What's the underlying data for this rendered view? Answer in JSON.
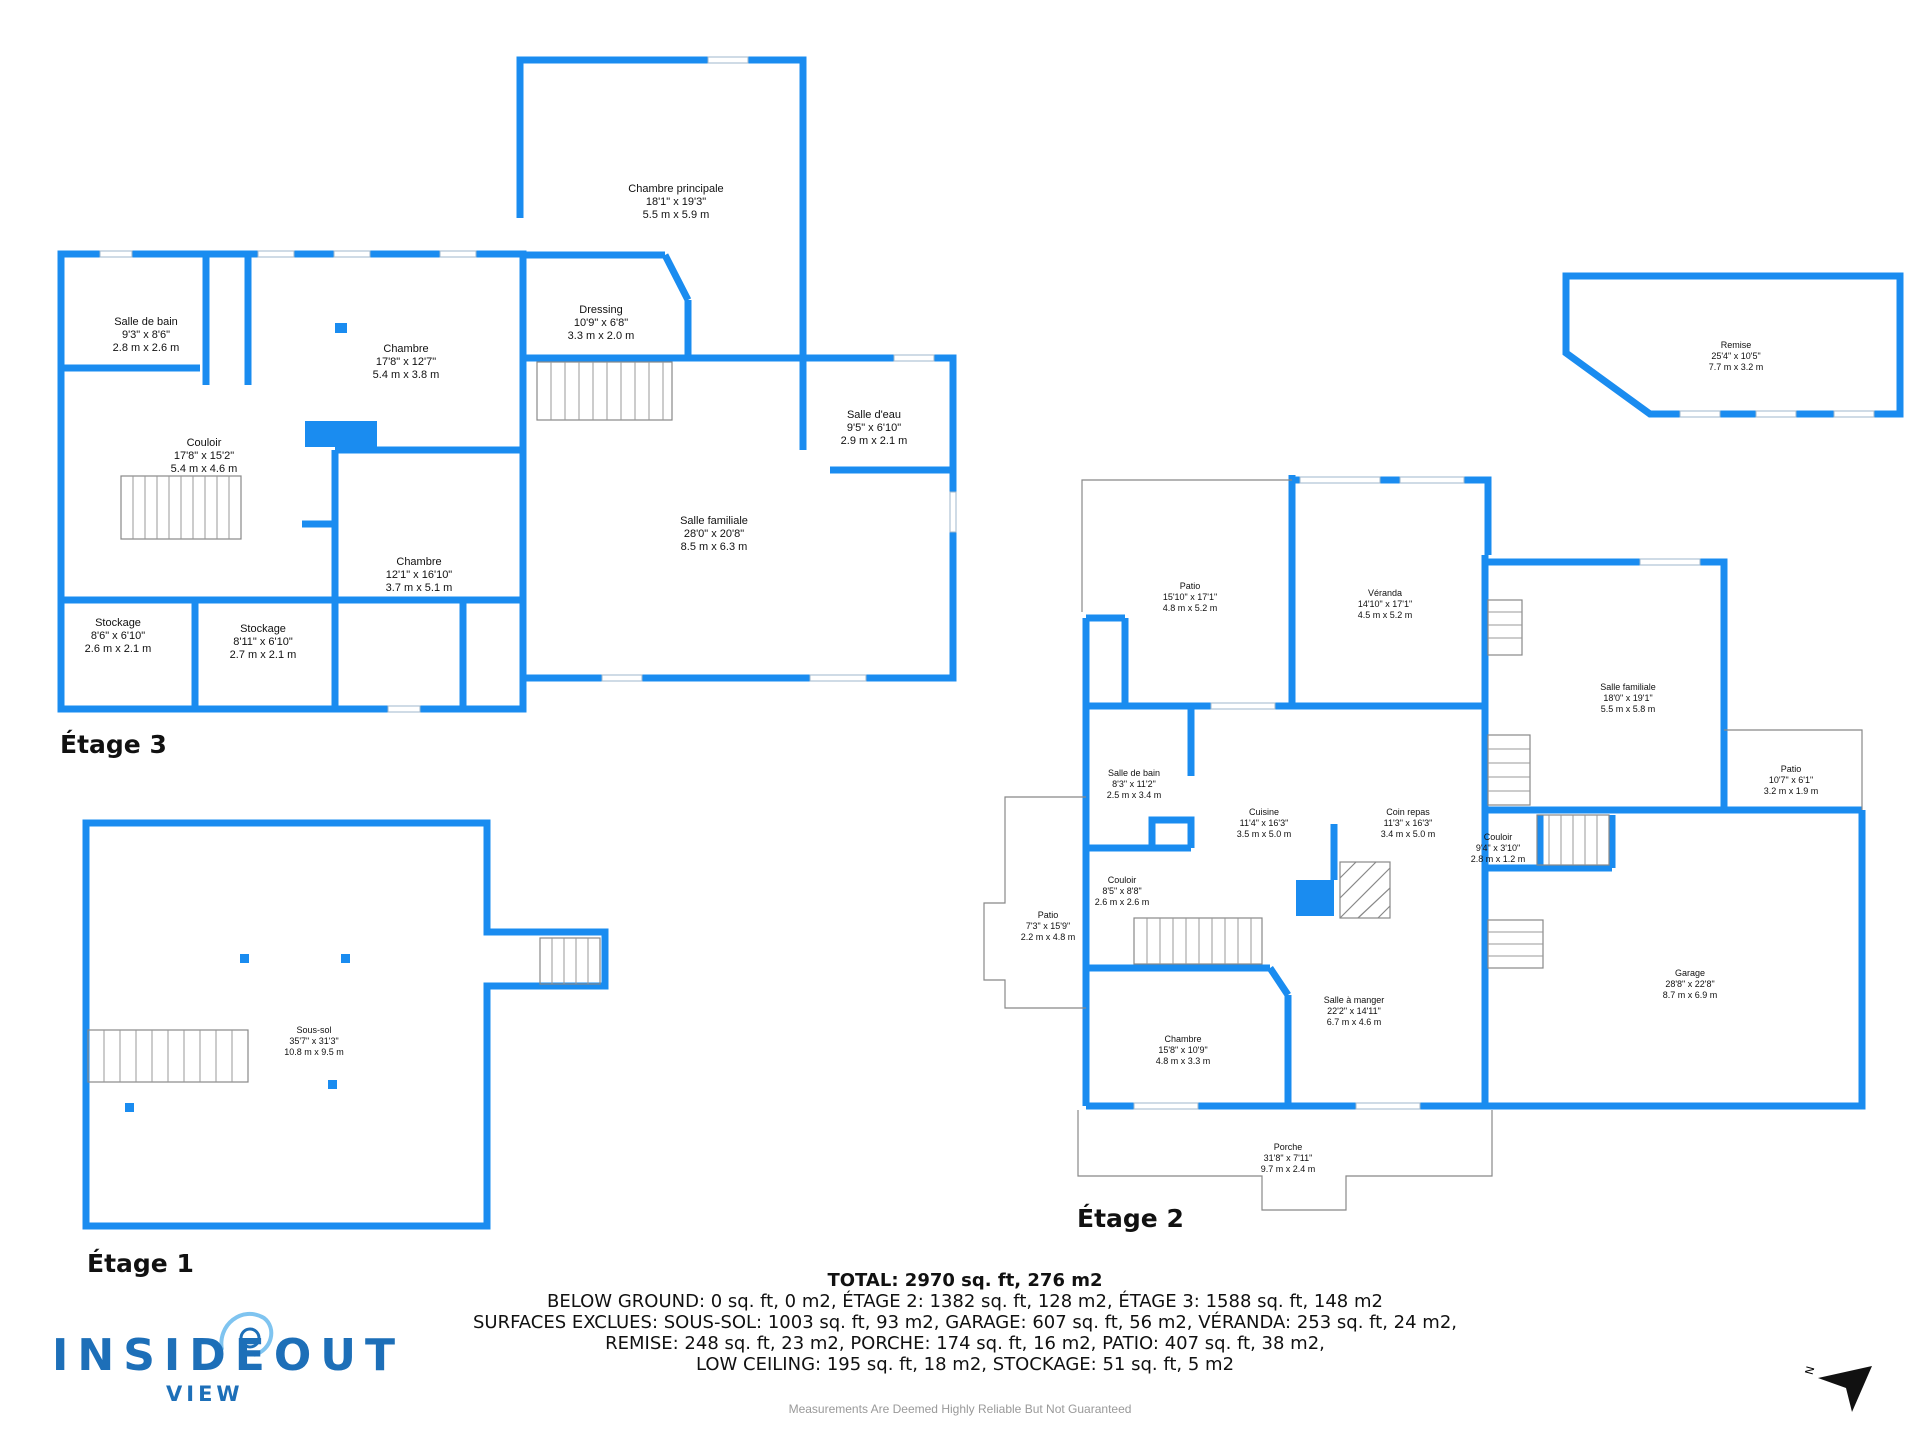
{
  "floors": {
    "etage3": "Étage 3",
    "etage2": "Étage 2",
    "etage1": "Étage 1"
  },
  "rooms": {
    "chambre_principale": [
      "Chambre principale",
      "18'1\" x 19'3\"",
      "5.5 m x 5.9 m"
    ],
    "salle_de_bain_3": [
      "Salle de bain",
      "9'3\" x 8'6\"",
      "2.8 m x 2.6 m"
    ],
    "chambre_3a": [
      "Chambre",
      "17'8\" x 12'7\"",
      "5.4 m x 3.8 m"
    ],
    "dressing": [
      "Dressing",
      "10'9\" x 6'8\"",
      "3.3 m x 2.0 m"
    ],
    "salle_deau": [
      "Salle d'eau",
      "9'5\" x 6'10\"",
      "2.9 m x 2.1 m"
    ],
    "couloir_3": [
      "Couloir",
      "17'8\" x 15'2\"",
      "5.4 m x 4.6 m"
    ],
    "salle_familiale_3": [
      "Salle familiale",
      "28'0\" x 20'8\"",
      "8.5 m x 6.3 m"
    ],
    "chambre_3b": [
      "Chambre",
      "12'1\" x 16'10\"",
      "3.7 m x 5.1 m"
    ],
    "stockage_a": [
      "Stockage",
      "8'6\" x 6'10\"",
      "2.6 m x 2.1 m"
    ],
    "stockage_b": [
      "Stockage",
      "8'11\" x 6'10\"",
      "2.7 m x 2.1 m"
    ],
    "remise": [
      "Remise",
      "25'4\" x 10'5\"",
      "7.7 m x 3.2 m"
    ],
    "patio_a": [
      "Patio",
      "15'10\" x 17'1\"",
      "4.8 m x 5.2 m"
    ],
    "veranda": [
      "Véranda",
      "14'10\" x 17'1\"",
      "4.5 m x 5.2 m"
    ],
    "salle_familiale_2": [
      "Salle familiale",
      "18'0\" x 19'1\"",
      "5.5 m x 5.8 m"
    ],
    "salle_de_bain_2": [
      "Salle de bain",
      "8'3\" x 11'2\"",
      "2.5 m x 3.4 m"
    ],
    "cuisine": [
      "Cuisine",
      "11'4\" x 16'3\"",
      "3.5 m x 5.0 m"
    ],
    "coin_repas": [
      "Coin repas",
      "11'3\" x 16'3\"",
      "3.4 m x 5.0 m"
    ],
    "patio_b": [
      "Patio",
      "10'7\" x 6'1\"",
      "3.2 m x 1.9 m"
    ],
    "couloir_2a": [
      "Couloir",
      "9'4\" x 3'10\"",
      "2.8 m x 1.2 m"
    ],
    "couloir_2b": [
      "Couloir",
      "8'5\" x 8'8\"",
      "2.6 m x 2.6 m"
    ],
    "patio_c": [
      "Patio",
      "7'3\" x 15'9\"",
      "2.2 m x 4.8 m"
    ],
    "salle_a_manger": [
      "Salle à manger",
      "22'2\" x 14'11\"",
      "6.7 m x 4.6 m"
    ],
    "garage": [
      "Garage",
      "28'8\" x 22'8\"",
      "8.7 m x 6.9 m"
    ],
    "chambre_2": [
      "Chambre",
      "15'8\" x 10'9\"",
      "4.8 m x 3.3 m"
    ],
    "porche": [
      "Porche",
      "31'8\" x 7'11\"",
      "9.7 m x 2.4 m"
    ],
    "sous_sol": [
      "Sous-sol",
      "35'7\" x 31'3\"",
      "10.8 m x 9.5 m"
    ]
  },
  "summary": {
    "total": "TOTAL: 2970 sq. ft, 276 m2",
    "line1": "BELOW GROUND: 0 sq. ft, 0 m2, ÉTAGE 2: 1382 sq. ft, 128 m2, ÉTAGE 3: 1588 sq. ft, 148 m2",
    "line2": "SURFACES EXCLUES: SOUS-SOL: 1003 sq. ft, 93 m2, GARAGE: 607 sq. ft, 56 m2, VÉRANDA: 253 sq. ft, 24 m2,",
    "line3": "REMISE: 248 sq. ft, 23 m2, PORCHE: 174 sq. ft, 16 m2, PATIO: 407 sq. ft, 38 m2,",
    "line4": "LOW CEILING: 195 sq. ft, 18 m2, STOCKAGE: 51 sq. ft, 5 m2"
  },
  "disclaimer": "Measurements Are Deemed Highly Reliable But Not Guaranteed",
  "logo": {
    "brand": "INSIDEOUT",
    "sub": "VIEW"
  },
  "compass_label": "N",
  "colors": {
    "wall": "#1a8cf0",
    "thin": "#aaaaaa",
    "text": "#111111",
    "logo": "#1d6fb8"
  }
}
